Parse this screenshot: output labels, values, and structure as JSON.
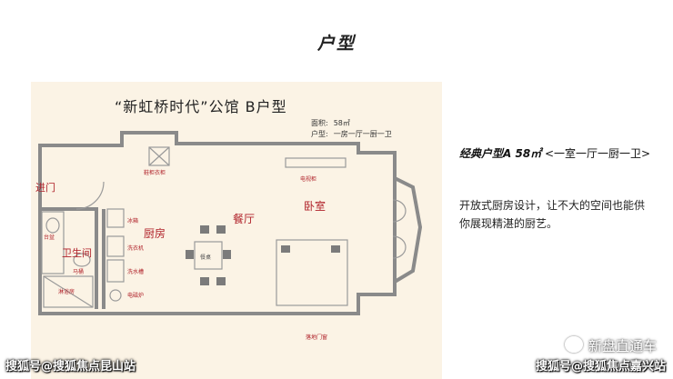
{
  "page": {
    "heading": "户型"
  },
  "plan": {
    "title": "“新虹桥时代”公馆  B户型",
    "meta": {
      "area_label": "面积:",
      "area_value": "58㎡",
      "type_label": "户型:",
      "type_value": "一房一厅一厨一卫"
    },
    "rooms": {
      "entrance": "进门",
      "kitchen": "厨房",
      "dining": "餐厅",
      "bedroom": "卧室",
      "bathroom": "卫生间"
    },
    "fixtures": {
      "shoe_cabinet": "鞋柜衣柜",
      "tv_cabinet": "电视柜",
      "fridge": "冰箱",
      "washer": "洗衣机",
      "sink": "洗水槽",
      "stove": "电磁炉",
      "vanity": "台盆",
      "toilet": "马桶",
      "shower": "淋浴房",
      "dining_table": "餐桌",
      "floor_window": "落地门窗"
    }
  },
  "info": {
    "headline_bold": "经典户型A 58㎡",
    "headline_rest": "<一室一厅一厨一卫>",
    "description": "开放式厨房设计，让不大的空间也能供你展现精湛的厨艺。"
  },
  "watermarks": {
    "left": "搜狐号@搜狐焦点昆山站",
    "right": "搜狐号@搜狐焦点嘉兴站",
    "brand": "新盘直通车"
  },
  "colors": {
    "accent": "#b0222a",
    "plan_bg": "#fbf3e5",
    "wall": "#8a8a8a"
  }
}
